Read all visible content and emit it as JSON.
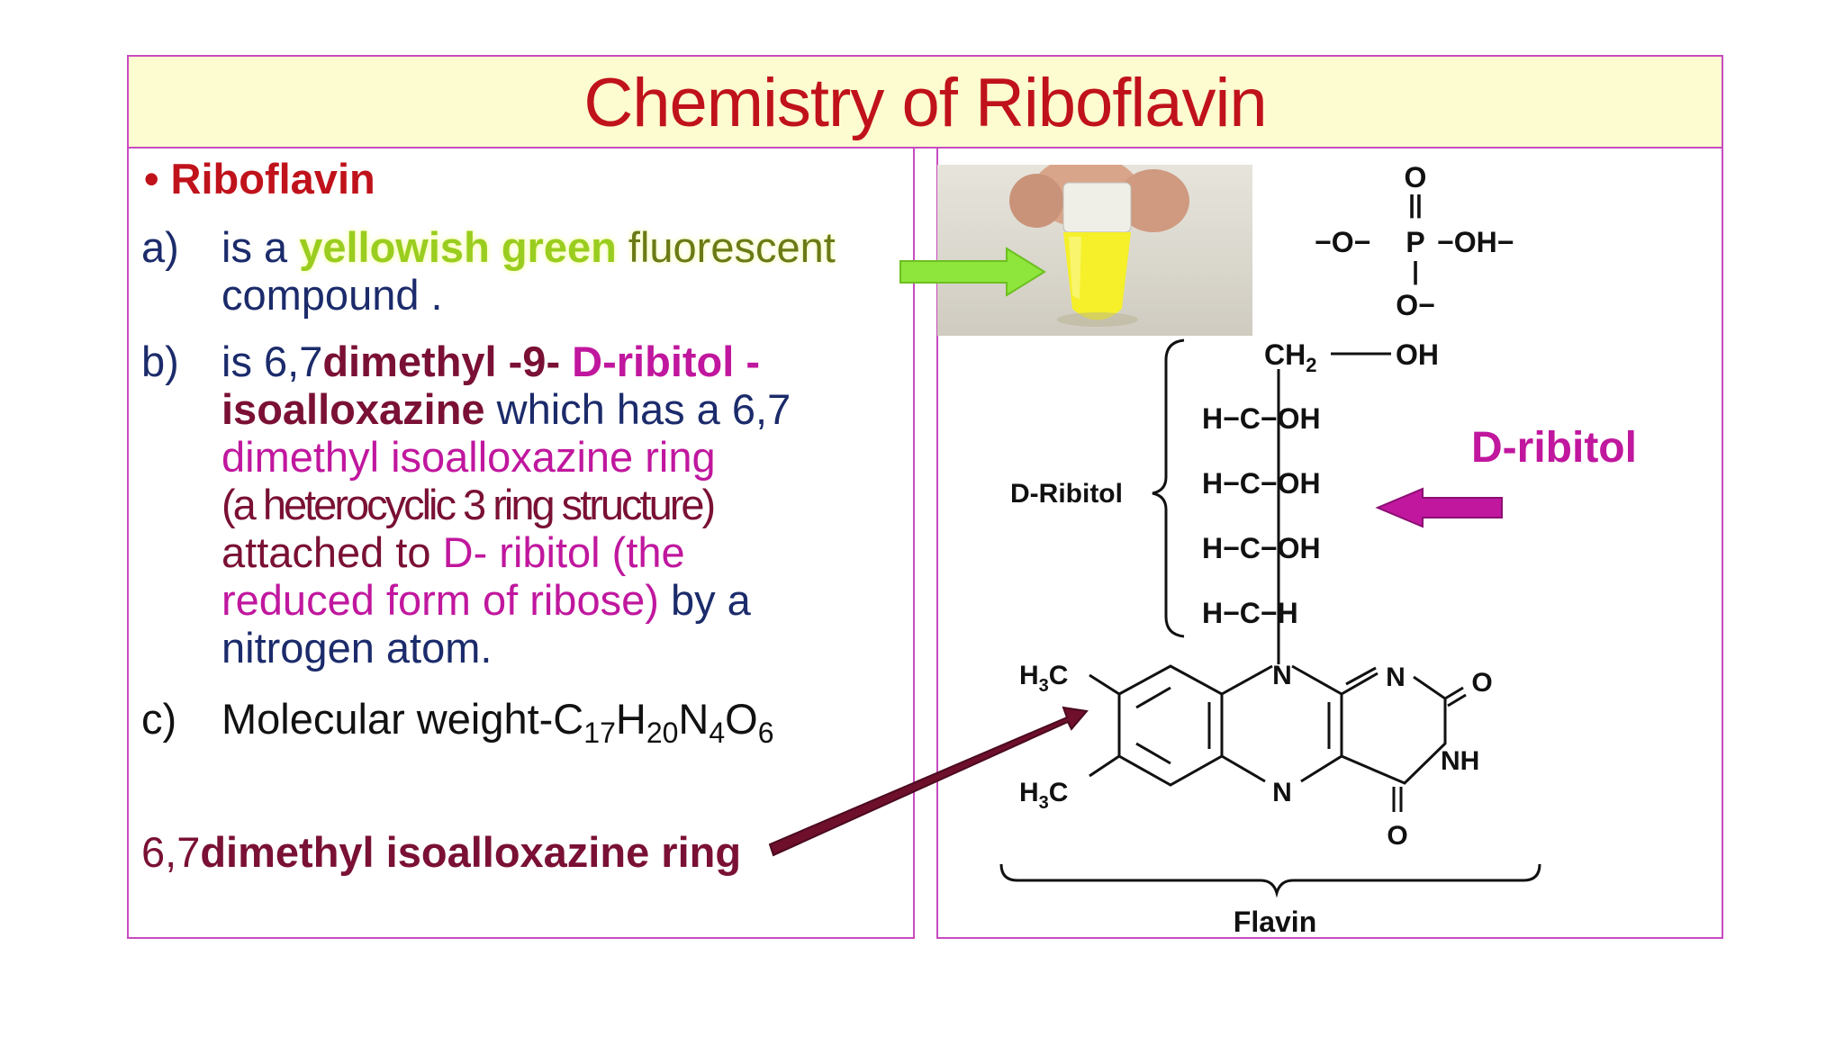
{
  "title": "Chemistry of Riboflavin",
  "bullet": {
    "marker": "•",
    "label": "Riboflavin"
  },
  "items": {
    "a": {
      "marker": "a)",
      "p1": "is a ",
      "highlight": "yellowish green",
      "p2": " ",
      "highlight2": "fluorescent",
      "line2": "compound ."
    },
    "b": {
      "marker": "b)",
      "l1a": "is 6,7",
      "l1b": "dimethyl -9- ",
      "l1c": "D-ribitol -",
      "l2a": "isoalloxazine",
      "l2b": " which has a 6,7",
      "l3": "dimethyl isoalloxazine  ring",
      "l4": "(a heterocyclic 3 ring structure)",
      "l5a": "attached to ",
      "l5b": "D- ribitol (the",
      "l6a": "reduced form of ribose)",
      "l6b": " by a",
      "l7": "nitrogen atom."
    },
    "c": {
      "marker": "c)",
      "prefix": "Molecular weight-C",
      "s1": "17",
      "h": "H",
      "s2": "20",
      "n": "N",
      "s3": "4",
      "o": "O",
      "s4": "6"
    }
  },
  "ring_caption": {
    "a": "6,7",
    "b": "dimethyl isoalloxazine ring"
  },
  "d_ribitol_label": "D-ribitol",
  "structure": {
    "phosphate": {
      "o_top": "O",
      "dbl": "||",
      "left": "−O−",
      "p": "P",
      "right": "−OH−",
      "bar": "|",
      "o_bottom": "O−"
    },
    "ch2": "CH",
    "ch2_sub": "2",
    "oh": "OH",
    "ribitol_rows": [
      "H−C−OH",
      "H−C−OH",
      "H−C−OH",
      "H−C−H"
    ],
    "ribitol_brace_label": "D-Ribitol",
    "h3c_top": "H",
    "h3c_top_sub": "3",
    "h3c_top_c": "C",
    "h3c_bot": "H",
    "h3c_bot_sub": "3",
    "h3c_bot_c": "C",
    "n_top": "N",
    "n_right": "N",
    "n_bottom": "N",
    "o_right": "O",
    "nh": "NH",
    "o_bottom": "O",
    "flavin": "Flavin"
  },
  "colors": {
    "title": "#c0121b",
    "border": "#c84bbf",
    "title_bg": "#fdfbd0",
    "navy": "#1b2b6b",
    "magenta": "#c0179e",
    "maroon": "#7a1035",
    "green_arrow": "#8ee63c"
  }
}
